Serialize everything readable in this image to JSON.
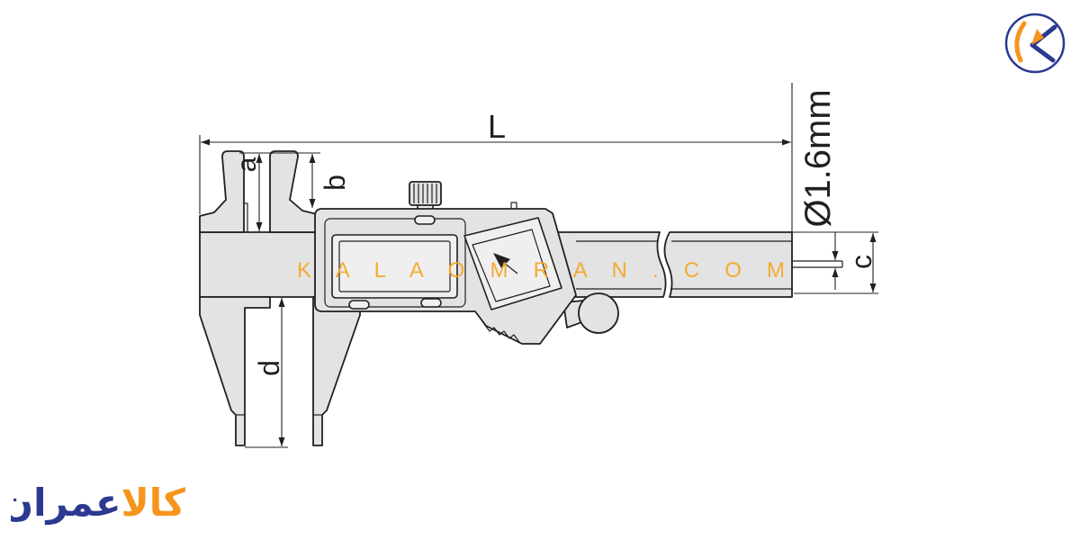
{
  "drawing": {
    "labels": {
      "length": "L",
      "upper_jaw": "a",
      "step": "b",
      "rod_end": "c",
      "lower_jaw": "d",
      "rod_diameter": "Ø1.6mm"
    }
  },
  "watermark": {
    "text": "K A L A O M R A N . C O M"
  },
  "brand": {
    "logo_icon": "kalaomran-k-logo-icon",
    "wordmark_orange": "کالا",
    "wordmark_blue": "عمران"
  },
  "colors": {
    "line": "#231f20",
    "fill": "#e3e3e3",
    "fill-light": "#efefef",
    "watermark": "#f5a623",
    "brand-blue": "#2b3990",
    "brand-orange": "#f7941d"
  }
}
